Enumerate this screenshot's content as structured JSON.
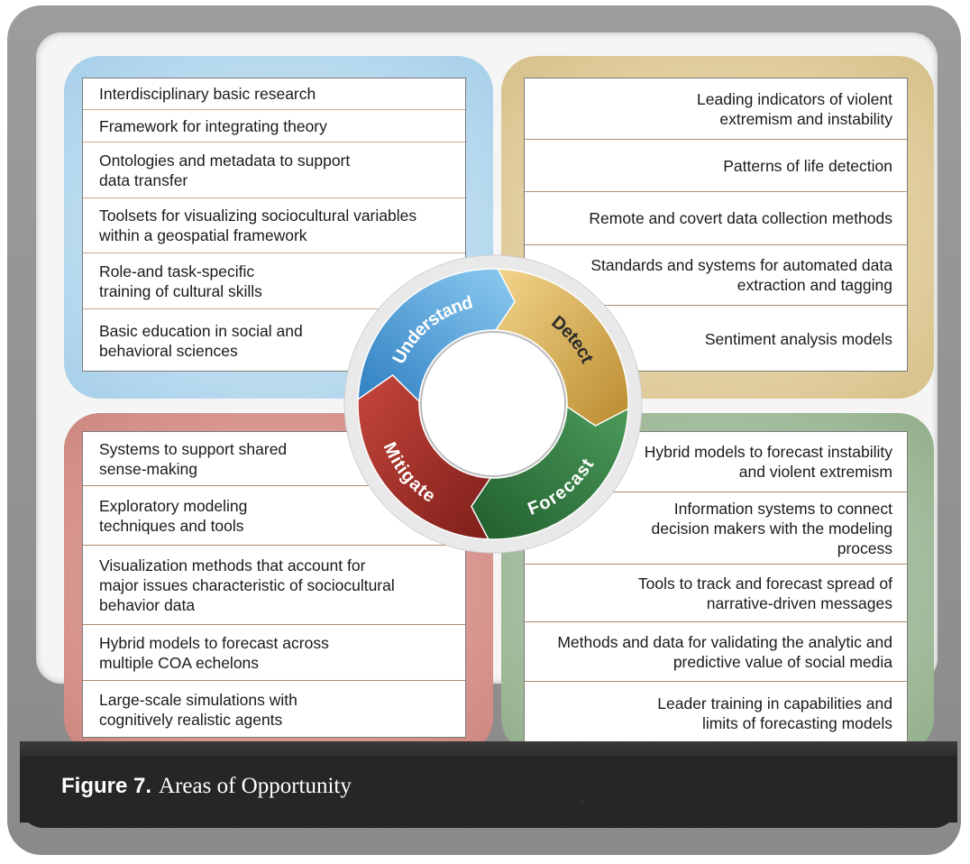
{
  "figure": {
    "label": "Figure 7.",
    "title": "Areas of Opportunity"
  },
  "cycle": {
    "labels": [
      "Understand",
      "Detect",
      "Forecast",
      "Mitigate"
    ],
    "colors": {
      "understand": "#5aa7dc",
      "detect": "#d9b45c",
      "forecast": "#2f7a3f",
      "mitigate": "#a5302a"
    }
  },
  "quadrants": {
    "understand": {
      "items": [
        "Interdisciplinary basic research",
        "Framework for integrating theory",
        "Ontologies and metadata to support data transfer",
        "Toolsets for visualizing sociocultural variables within a geospatial framework",
        "Role-and task-specific training of cultural skills",
        "Basic education in social and behavioral sciences"
      ]
    },
    "detect": {
      "items": [
        "Leading indicators of violent extremism and instability",
        "Patterns of life detection",
        "Remote and covert data collection methods",
        "Standards and systems for automated data extraction and tagging",
        "Sentiment analysis models"
      ]
    },
    "mitigate": {
      "items": [
        "Systems to support shared sense-making",
        "Exploratory modeling techniques and tools",
        "Visualization methods that account for major issues characteristic of sociocultural behavior data",
        "Hybrid models to forecast across multiple COA echelons",
        "Large-scale simulations with cognitively realistic agents"
      ]
    },
    "forecast": {
      "items": [
        "Hybrid models to forecast instability and violent extremism",
        "Information systems to connect decision makers with the modeling process",
        "Tools to track and forecast spread of narrative-driven messages",
        "Methods and data for validating the analytic and predictive value of social media",
        "Leader training in capabilities and limits of forecasting models"
      ]
    }
  }
}
